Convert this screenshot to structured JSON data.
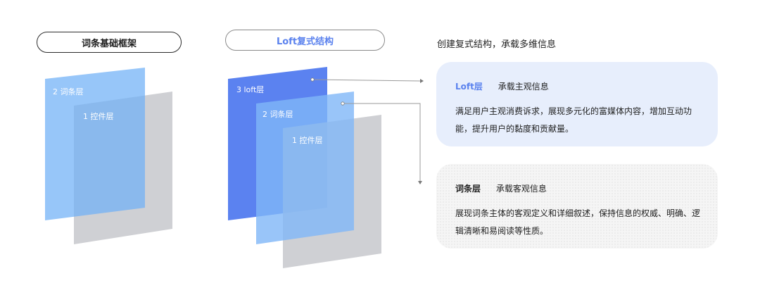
{
  "left_panel": {
    "title": "词条基础框架",
    "layer2_label": "2 词条层",
    "layer1_label": "1 控件层"
  },
  "mid_panel": {
    "title": "Loft复式结构",
    "layer3_label": "3 loft层",
    "layer2_label": "2 词条层",
    "layer1_label": "1 控件层"
  },
  "right_panel": {
    "heading": "创建复式结构，承载多维信息",
    "loft_card": {
      "title": "Loft层",
      "subtitle": "承载主观信息",
      "body": "满足用户主观消费诉求，展现多元化的富媒体内容，增加互动功能，提升用户的黏度和贡献量。"
    },
    "term_card": {
      "title": "词条层",
      "subtitle": "承载客观信息",
      "body": "展现词条主体的客观定义和详细叙述，保持信息的权威、明确、逻辑清晰和易阅读等性质。"
    }
  },
  "colors": {
    "loft_blue": "#5b82f0",
    "term_blue": "#7fb7f7",
    "control_gray": "#c7c8cc",
    "loft_card_bg": "#e7eefc",
    "term_card_bg": "#f5f5f5"
  }
}
